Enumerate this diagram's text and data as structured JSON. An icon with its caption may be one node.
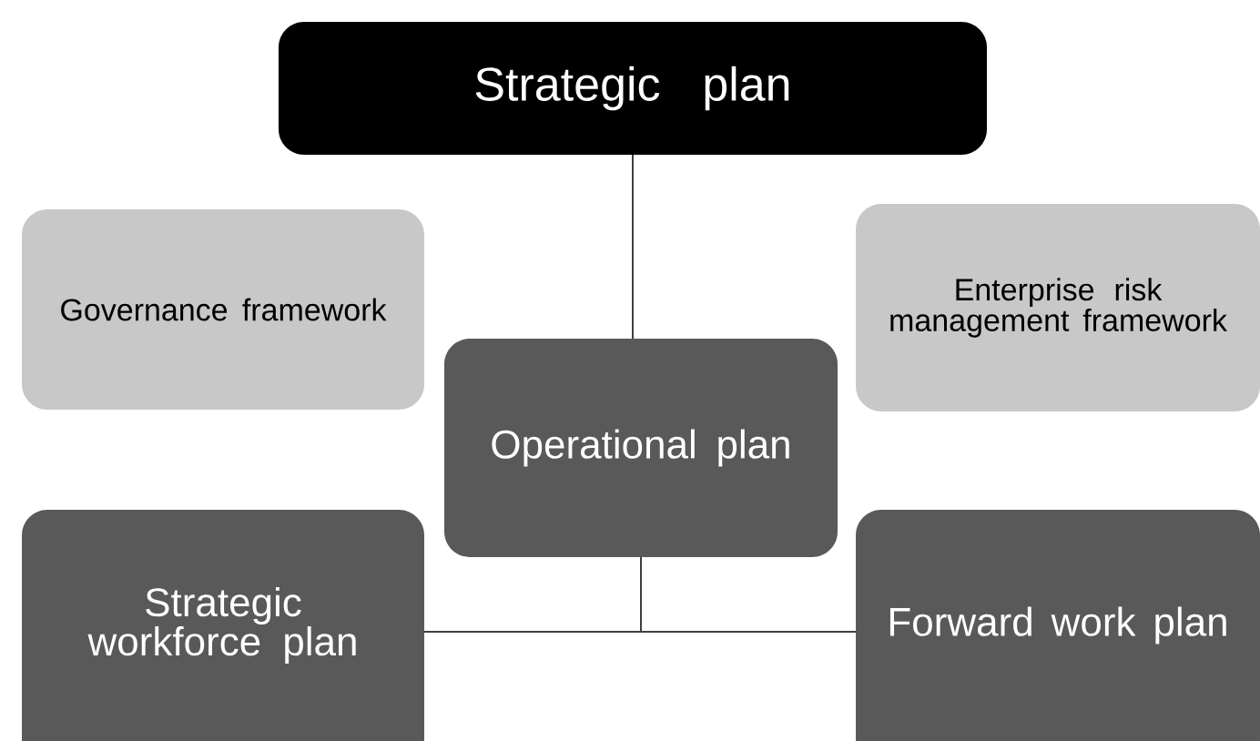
{
  "diagram": {
    "nodes": [
      {
        "text": [
          "Strategic plan"
        ]
      },
      {
        "text": [
          "Governance framework"
        ]
      },
      {
        "text": [
          "Enterprise risk management framework"
        ]
      },
      {
        "text": [
          "Operational plan"
        ]
      },
      {
        "text": [
          "Strategic workforce plan"
        ]
      },
      {
        "text": [
          "Forward work plan"
        ]
      }
    ],
    "edges": [
      {
        "from": 0,
        "to": 3,
        "arrow": "none"
      },
      {
        "from": 3,
        "to": 4,
        "arrow": "none"
      },
      {
        "from": 3,
        "to": 5,
        "arrow": "none"
      }
    ]
  }
}
